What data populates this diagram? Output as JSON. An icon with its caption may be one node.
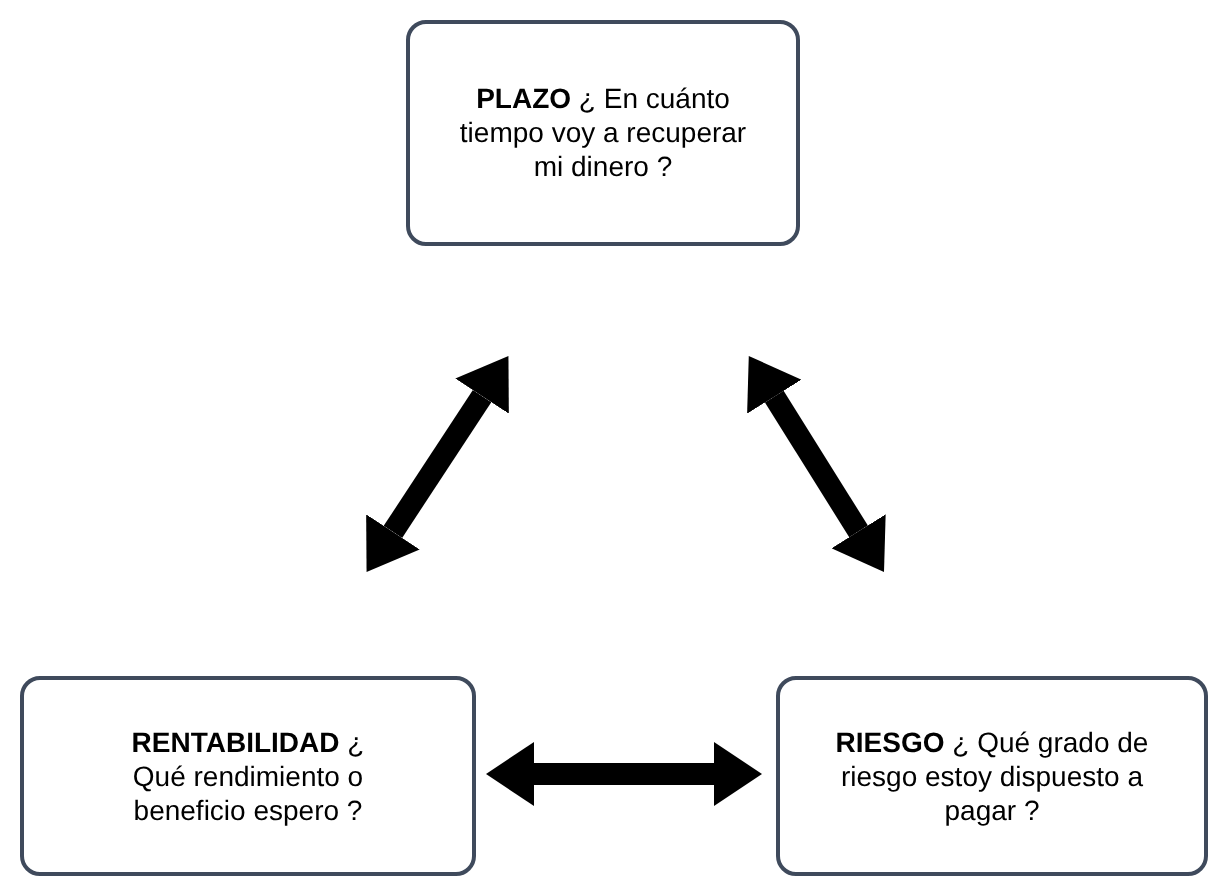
{
  "diagram": {
    "nodes": [
      {
        "text": [
          "**PLAZO** ¿ En cuánto tiempo voy a recuperar mi dinero ?"
        ]
      },
      {
        "text": [
          "**RENTABILIDAD** ¿ Qué rendimiento o beneficio espero ?"
        ]
      },
      {
        "text": [
          "**RIESGO** ¿ Qué grado de riesgo estoy dispuesto a pagar ?"
        ]
      }
    ],
    "edges": [
      {
        "from": 1,
        "to": 0,
        "arrow": "both"
      },
      {
        "from": 0,
        "to": 2,
        "arrow": "both"
      },
      {
        "from": 1,
        "to": 2,
        "arrow": "both"
      }
    ]
  }
}
